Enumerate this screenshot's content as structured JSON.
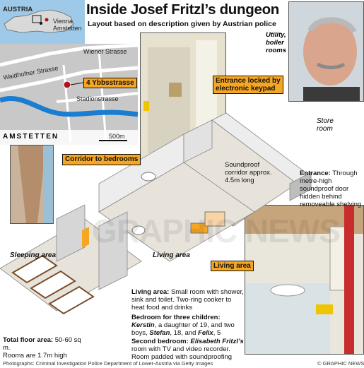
{
  "title": "Inside Josef Fritzl’s dungeon",
  "subtitle": "Layout based on description given by Austrian police",
  "inset_map": {
    "country": "AUSTRIA",
    "cities": [
      "Vienna",
      "Amstetten"
    ]
  },
  "city_map": {
    "streets": [
      "Wiener Strasse",
      "Waidhofner Strasse",
      "Stadionstrasse"
    ],
    "address": "4 Ybbsstrasse",
    "town": "AMSTETTEN",
    "scale": "500m"
  },
  "labels": {
    "corridor_to_bedrooms": "Corridor to bedrooms",
    "utility_boiler": "Utility, boiler rooms",
    "entrance_locked": "Entrance locked by electronic keypad",
    "store_room": "Store room",
    "soundproof_corridor": "Soundproof corridor approx. 4.5m long",
    "sleeping_area": "Sleeping area",
    "living_area_plan": "Living area",
    "living_area_box": "Living area"
  },
  "entrance_callout": {
    "head": "Entrance:",
    "text": "Through metre-high soundproof door hidden behind removeable shelving"
  },
  "living_callout": {
    "head": "Living area:",
    "text": "Small room with shower, sink and toilet. Two-ring cooker to heat food and drinks"
  },
  "bedroom_callout": {
    "head": "Bedroom for three children:",
    "name1": "Kerstin",
    "text1": ", a daughter of 19, and two boys,",
    "name2": "Stefan",
    "text2": ", 18, and",
    "name3": "Felix",
    "text3": ", 5"
  },
  "second_bedroom_callout": {
    "head": "Second bedroom:",
    "name": "Elisabeth Fritzl’s",
    "text": "room with TV and video recorder. Room padded with soundproofing"
  },
  "floor_callout": {
    "head": "Total floor area:",
    "text1": "50-60 sq m.",
    "text2": "Rooms are 1.7m high"
  },
  "credit": "Photographs: Criminal Investigation Police Department of Lower-Austria via Getty Images",
  "copyright": "© GRAPHIC NEWS",
  "watermark": "GRAPHIC NEWS",
  "colors": {
    "orange": "#f5a623",
    "map_river": "#1a7dd0",
    "map_street": "#ffffff",
    "map_block": "#c8c8c8",
    "wall": "#ededed",
    "floor": "#e8e3da"
  }
}
